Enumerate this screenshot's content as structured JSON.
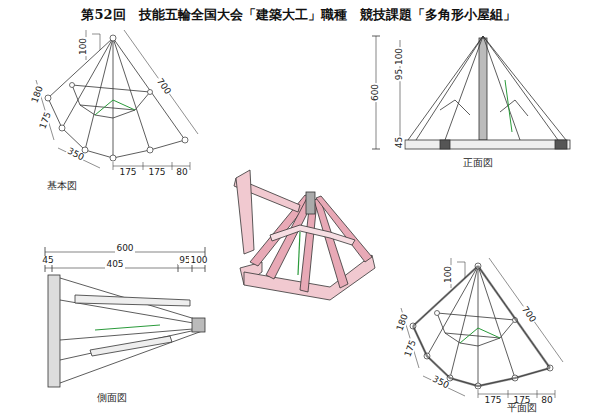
{
  "diagram": {
    "title": "第52回　技能五輪全国大会「建築大工」職種　競技課題「多角形小屋組」",
    "labels": [
      "100",
      "700",
      "180",
      "175",
      "350",
      "175",
      "175",
      "80",
      "基本図",
      "600",
      "100",
      "95",
      "45",
      "正面図",
      "600",
      "45",
      "405",
      "95",
      "100",
      "側面図",
      "100",
      "700",
      "180",
      "175",
      "350",
      "175",
      "175",
      "80",
      "平面図"
    ]
  }
}
